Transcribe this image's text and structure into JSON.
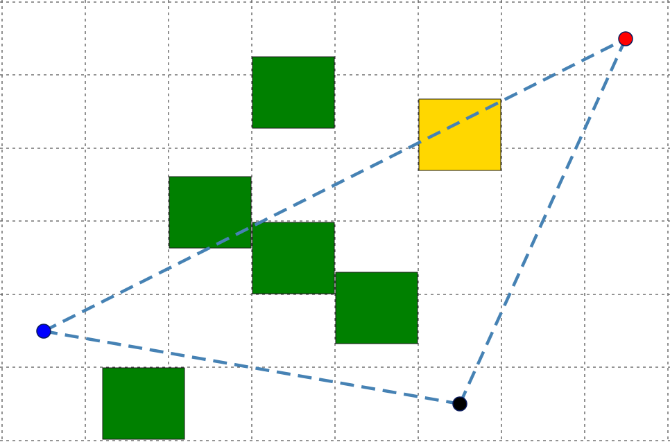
{
  "colors": {
    "background": "#ffffff",
    "grid": "#555555",
    "obstacle": "#008000",
    "target": "#FFD700",
    "path": "#4682B4",
    "start": "#0000FF",
    "goal": "#FF0000",
    "waypoint": "#000000",
    "outline": "#1a1a1a"
  },
  "icons": {
    "start": "blue-circle",
    "goal": "red-circle",
    "waypoint": "black-circle"
  }
}
